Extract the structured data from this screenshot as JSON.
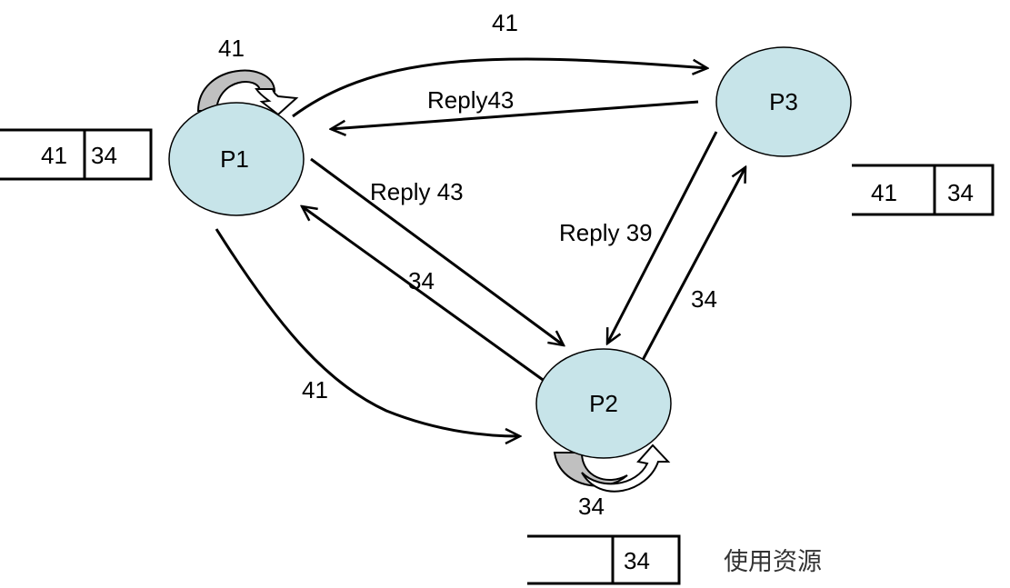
{
  "colors": {
    "node_fill": "#c7e4e9",
    "stroke": "#000000",
    "loop_arrow_fill": "#c0c0c0",
    "background": "#ffffff"
  },
  "nodes": {
    "p1": "P1",
    "p2": "P2",
    "p3": "P3"
  },
  "edges": {
    "p1_to_p3": "41",
    "p3_to_p1": "Reply43",
    "p1_to_p2_reply": "Reply 43",
    "p2_to_p1": "34",
    "p1_to_p2_curved": "41",
    "p3_to_p2_reply": "Reply 39",
    "p2_to_p3": "34",
    "p1_self_loop": "41",
    "p2_self_loop": "34"
  },
  "queues": {
    "p1": [
      "41",
      "34"
    ],
    "p3": [
      "41",
      "34"
    ],
    "p2": [
      "",
      "34"
    ]
  },
  "caption": "使用资源"
}
